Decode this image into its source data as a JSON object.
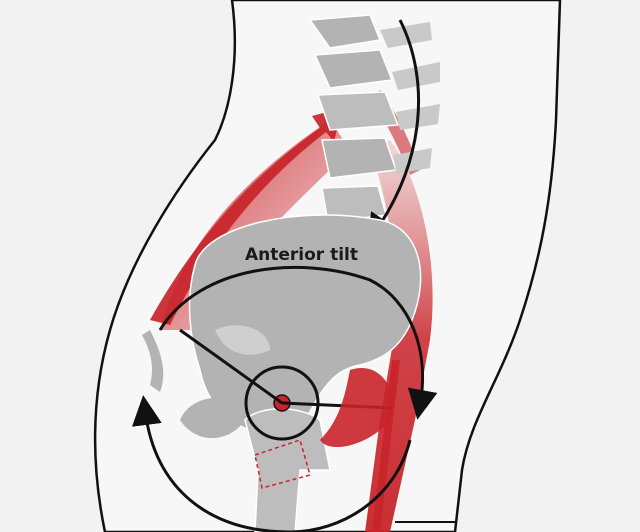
{
  "diagram": {
    "label": "Anterior tilt",
    "colors": {
      "background": "#f2f2f2",
      "body_fill": "#f7f7f7",
      "outline": "#111111",
      "bone": "#b3b3b3",
      "bone_light": "#c9c9c9",
      "muscle": "#c8242a",
      "muscle_light": "#e06a6a"
    },
    "icons": [
      "lumbar-spine",
      "pelvis",
      "femur",
      "hip-joint",
      "rotation-arrow"
    ]
  }
}
